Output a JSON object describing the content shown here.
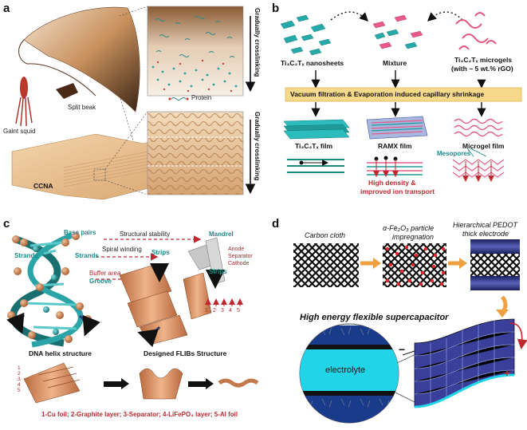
{
  "panels": {
    "a": {
      "label": "a",
      "squid": "Gaint squid",
      "beak": "Split beak",
      "protein": "Protein",
      "crosslink_top": "Gradually crosslinking",
      "crosslink_bottom": "Gradually crosslinking",
      "ccna": "CCNA"
    },
    "b": {
      "label": "b",
      "nanosheets": "Ti₃C₂Tₓ nanosheets",
      "mixture": "Mixture",
      "microgels_1": "Ti₃C₂Tₓ microgels",
      "microgels_2": "(with ~ 5 wt.% rGO)",
      "process": "Vacuum filtration & Evaporation induced capillary shrinkage",
      "film1": "Ti₃C₂Tₓ film",
      "film2": "RAMX film",
      "film3": "Microgel film",
      "mesopores": "Mesopores",
      "highdensity_1": "High density &",
      "highdensity_2": "improved ion transport"
    },
    "c": {
      "label": "c",
      "base_pairs": "Base pairs",
      "structural_stability": "Structural stability",
      "mandrel": "Mandrel",
      "strands_left": "Strands",
      "strands_mid": "Strands",
      "spiral_winding": "Spiral winding",
      "strips_mid": "Strips",
      "strips_right": "Strips",
      "buffer_area": "Buffer area",
      "groove": "Groove",
      "anode": "Anode",
      "separator": "Separator",
      "cathode": "Cathode",
      "layer_numbers": [
        "1",
        "2",
        "3",
        "4",
        "5"
      ],
      "stack_numbers": [
        "1",
        "2",
        "3",
        "4",
        "5"
      ],
      "dna_title": "DNA helix structure",
      "flib_title": "Designed FLIBs Structure",
      "legend": "1-Cu foil; 2-Graphite layer; 3-Separator; 4-LiFePO₄ layer; 5-Al foil"
    },
    "d": {
      "label": "d",
      "carbon_cloth": "Carbon cloth",
      "impregnation_1": "α-Fe₂O₃ particle",
      "impregnation_2": "impregnation",
      "pedot_1": "Hierarchical PEDOT",
      "pedot_2": "thick electrode",
      "supercap": "High energy flexible supercapacitor",
      "electrolyte": "electrolyte",
      "minus": "−",
      "plus": "+"
    }
  },
  "colors": {
    "teal": "#1a8a8a",
    "red": "#c0282e",
    "process_box": "#f6d98a",
    "orange_arrow": "#f0a040",
    "cyan": "#22d4e8",
    "navy": "#2a2f7a"
  }
}
